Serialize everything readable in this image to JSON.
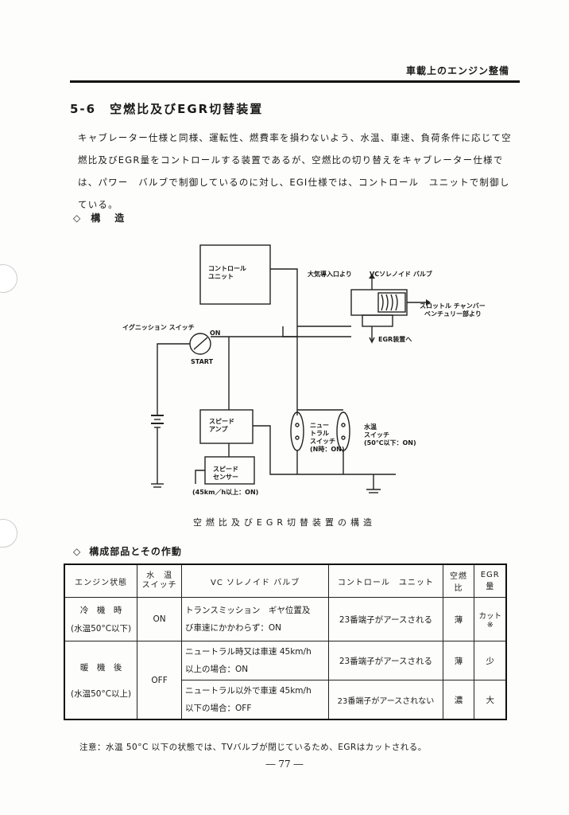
{
  "header": {
    "title": "車載上のエンジン整備"
  },
  "section": {
    "title": "5-6　空燃比及びEGR切替装置"
  },
  "body": {
    "lines": [
      "キャブレーター仕様と同様、運転性、燃費率を損わないよう、水温、車速、負荷条件に応じて空",
      "燃比及びEGR量をコントロールする装置であるが、空燃比の切り替えをキャブレーター仕様で",
      "は、パワー　バルブで制御しているのに対し、EGI仕様では、コントロール　ユニットで制御し",
      "ている。"
    ]
  },
  "structure_heading": "構　造",
  "diagram": {
    "control_unit": [
      "コントロール",
      "ユニット"
    ],
    "air_inlet": "大気導入口より",
    "vc_solenoid": "VCソレノイド バルブ",
    "throttle_chamber": [
      "スロットル チャンバー",
      "ベンチュリー部より"
    ],
    "to_egr": "EGR装置へ",
    "ignition_switch": "イグニッション スイッチ",
    "on": "ON",
    "start": "START",
    "speed_amp": [
      "スピード",
      "アンプ"
    ],
    "speed_sensor": [
      "スピード",
      "センサー"
    ],
    "speed_sensor_note": "(45km／h以上：ON)",
    "neutral_switch": [
      "ニュー",
      "トラル",
      "スイッチ",
      "(N時：ON)"
    ],
    "water_temp_switch": [
      "水温",
      "スイッチ",
      "(50℃以下：ON)"
    ],
    "caption": "空燃比及びEGR切替装置の構造"
  },
  "parts_heading": "構成部品とその作動",
  "table": {
    "headers": [
      "エンジン状態",
      "水　温\nスイッチ",
      "VC ソレノイド バルブ",
      "コントロール　ユニット",
      "空燃比",
      "EGR量"
    ],
    "rows": [
      {
        "state": "冷　機　時",
        "state_sub": "(水温50°C以下)",
        "water": "ON",
        "vc": [
          "トランスミッション　ギヤ位置及",
          "び車速にかかわらず：ON"
        ],
        "cu": "23番端子がアースされる",
        "af": "薄",
        "egr": "カット※"
      },
      {
        "state": "暖　機　後",
        "state_sub": "(水温50°C以上)",
        "water": "OFF",
        "vc": [
          "ニュートラル時又は車速 45km/h",
          "以上の場合：ON"
        ],
        "cu": "23番端子がアースされる",
        "af": "薄",
        "egr": "少"
      },
      {
        "vc": [
          "ニュートラル以外で車速 45km/h",
          "以下の場合：OFF"
        ],
        "cu": "23番端子がアースされない",
        "af": "濃",
        "egr": "大"
      }
    ]
  },
  "note": "注意：水温 50°C 以下の状態では、TVバルブが閉じているため、EGRはカットされる。",
  "page_number": "― 77 ―"
}
